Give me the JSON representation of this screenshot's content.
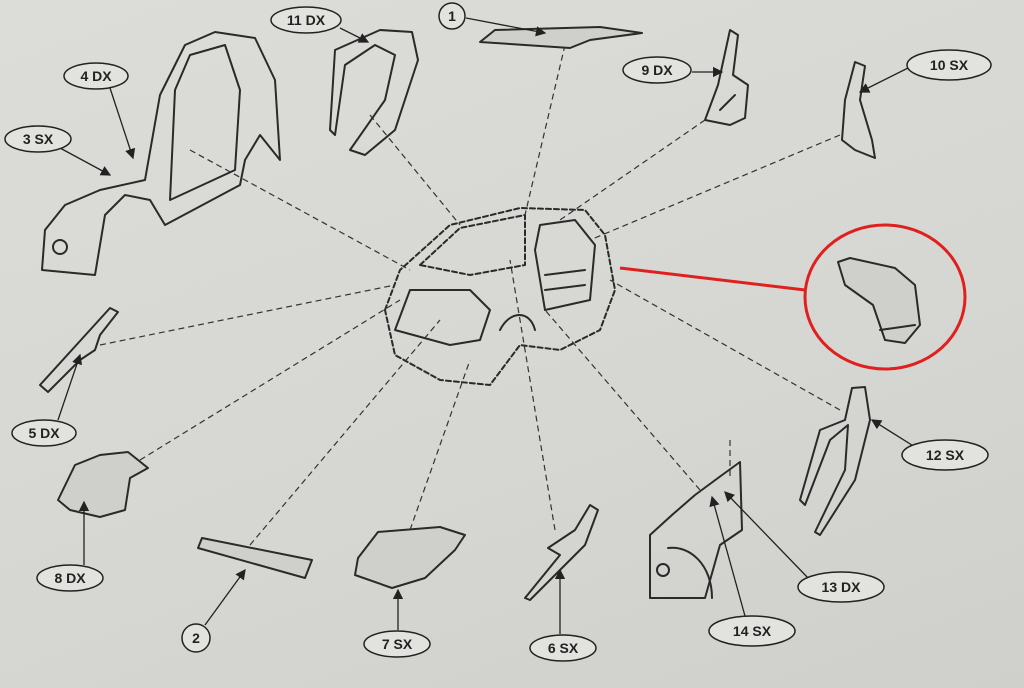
{
  "diagram": {
    "labels": {
      "p1": "1",
      "p2": "2",
      "p3": "3 SX",
      "p4": "4 DX",
      "p5": "5 DX",
      "p6": "6 SX",
      "p7": "7 SX",
      "p8": "8 DX",
      "p9": "9 DX",
      "p10": "10 SX",
      "p11": "11 DX",
      "p12": "12 SX",
      "p13": "13 DX",
      "p14": "14 SX"
    },
    "highlight_color": "#e0201e"
  }
}
